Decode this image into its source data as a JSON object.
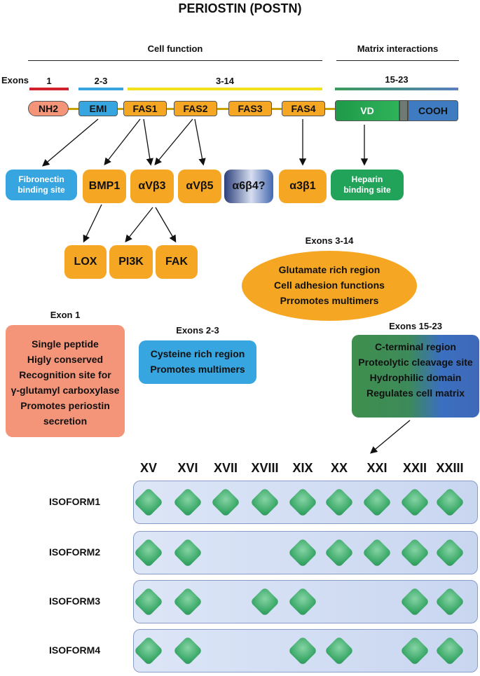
{
  "title": "PERIOSTIN (POSTN)",
  "headers": {
    "cell_function": "Cell function",
    "matrix_interactions": "Matrix interactions",
    "exons": "Exons"
  },
  "exon_ranges": {
    "e1": "1",
    "e23": "2-3",
    "e314": "3-14",
    "e1523": "15-23"
  },
  "domains": {
    "nh2": "NH2",
    "emi": "EMI",
    "fas1": "FAS1",
    "fas2": "FAS2",
    "fas3": "FAS3",
    "fas4": "FAS4",
    "vd": "VD",
    "cooh": "COOH"
  },
  "partners": {
    "fibronectin": "Fibronectin binding site",
    "bmp1": "BMP1",
    "avb3": "αVβ3",
    "avb5": "αVβ5",
    "a6b4": "α6β4?",
    "a3b1": "α3β1",
    "heparin": "Heparin binding site",
    "lox": "LOX",
    "pi3k": "PI3K",
    "fak": "FAK"
  },
  "info": {
    "exon1": {
      "title": "Exon 1",
      "lines": [
        "Single peptide",
        "Higly conserved",
        "Recognition site for",
        "γ-glutamyl carboxylase",
        "Promotes periostin",
        "secretion"
      ]
    },
    "exons23": {
      "title": "Exons 2-3",
      "lines": [
        "Cysteine rich region",
        "Promotes multimers"
      ]
    },
    "exons314": {
      "title": "Exons 3-14",
      "lines": [
        "Glutamate rich region",
        "Cell adhesion functions",
        "Prromotes multimers"
      ]
    },
    "exons1523": {
      "title": "Exons 15-23",
      "lines": [
        "C-terminal region",
        "Proteolytic cleavage site",
        "Hydrophilic domain",
        "Regulates cell matrix"
      ]
    }
  },
  "isoform_columns": [
    "XV",
    "XVI",
    "XVII",
    "XVIII",
    "XIX",
    "XX",
    "XXI",
    "XXII",
    "XXIII"
  ],
  "isoforms": [
    {
      "name": "ISOFORM1",
      "exons": [
        1,
        1,
        1,
        1,
        1,
        1,
        1,
        1,
        1
      ]
    },
    {
      "name": "ISOFORM2",
      "exons": [
        1,
        1,
        0,
        0,
        1,
        1,
        1,
        1,
        1
      ]
    },
    {
      "name": "ISOFORM3",
      "exons": [
        1,
        1,
        0,
        1,
        1,
        0,
        0,
        1,
        1
      ]
    },
    {
      "name": "ISOFORM4",
      "exons": [
        1,
        1,
        0,
        0,
        1,
        1,
        0,
        1,
        1
      ]
    }
  ],
  "colors": {
    "orange": "#f5a623",
    "blue": "#37a6e0",
    "green": "#22a35a",
    "salmon": "#f4957a",
    "red": "#d0202c",
    "yellow": "#f2e11a"
  }
}
